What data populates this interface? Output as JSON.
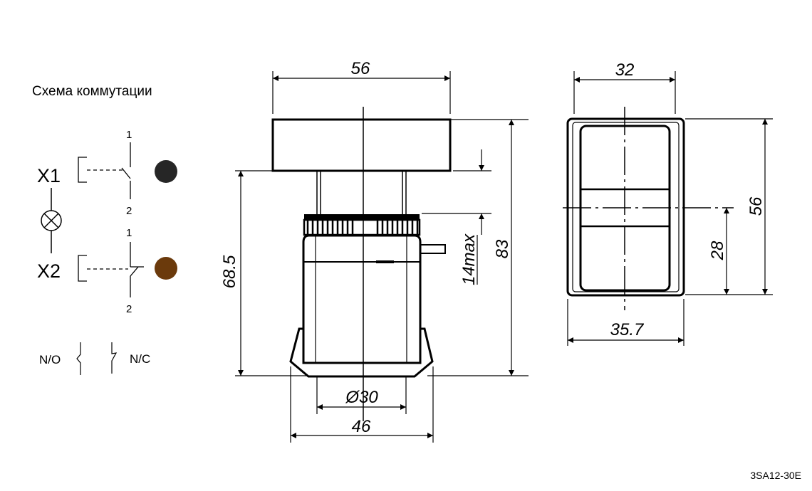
{
  "schematic": {
    "title": "Схема коммутации",
    "terminal_1": "X1",
    "terminal_2": "X2",
    "pin_1_top": "1",
    "pin_2_top": "2",
    "pin_1_bottom": "1",
    "pin_2_bottom": "2",
    "legend_no": "N/O",
    "legend_nc": "N/C",
    "color_black": "#262626",
    "color_brown": "#6b3a0c"
  },
  "front_view": {
    "width_top": "56",
    "height_total": "83",
    "travel": "14max",
    "height_body": "68.5",
    "diameter": "Ø30",
    "width_bottom": "46"
  },
  "side_view": {
    "width_top": "32",
    "height": "56",
    "center_height": "28",
    "width_bottom": "35.7"
  },
  "footer": {
    "model": "3SA12-30E"
  }
}
